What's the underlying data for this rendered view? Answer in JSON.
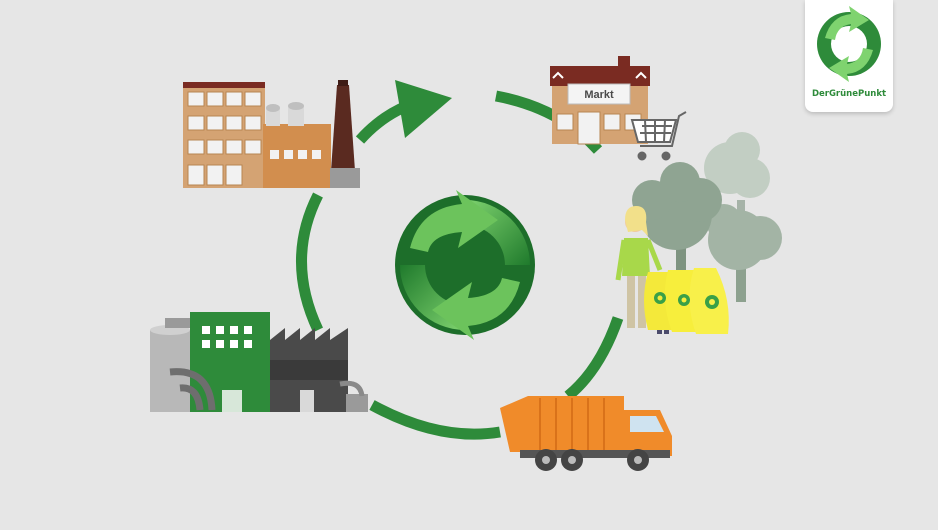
{
  "brand": {
    "name": "DerGrünePunkt",
    "color_primary": "#2e8b3a",
    "color_light": "#5cb85c"
  },
  "stations": {
    "market_sign": "Markt"
  },
  "icons": [
    "recycling-loop-icon",
    "manufacturing-plant",
    "market-store",
    "shopping-cart-icon",
    "consumers-family",
    "yellow-recycling-bags",
    "garbage-truck",
    "sorting-recycling-plant"
  ]
}
